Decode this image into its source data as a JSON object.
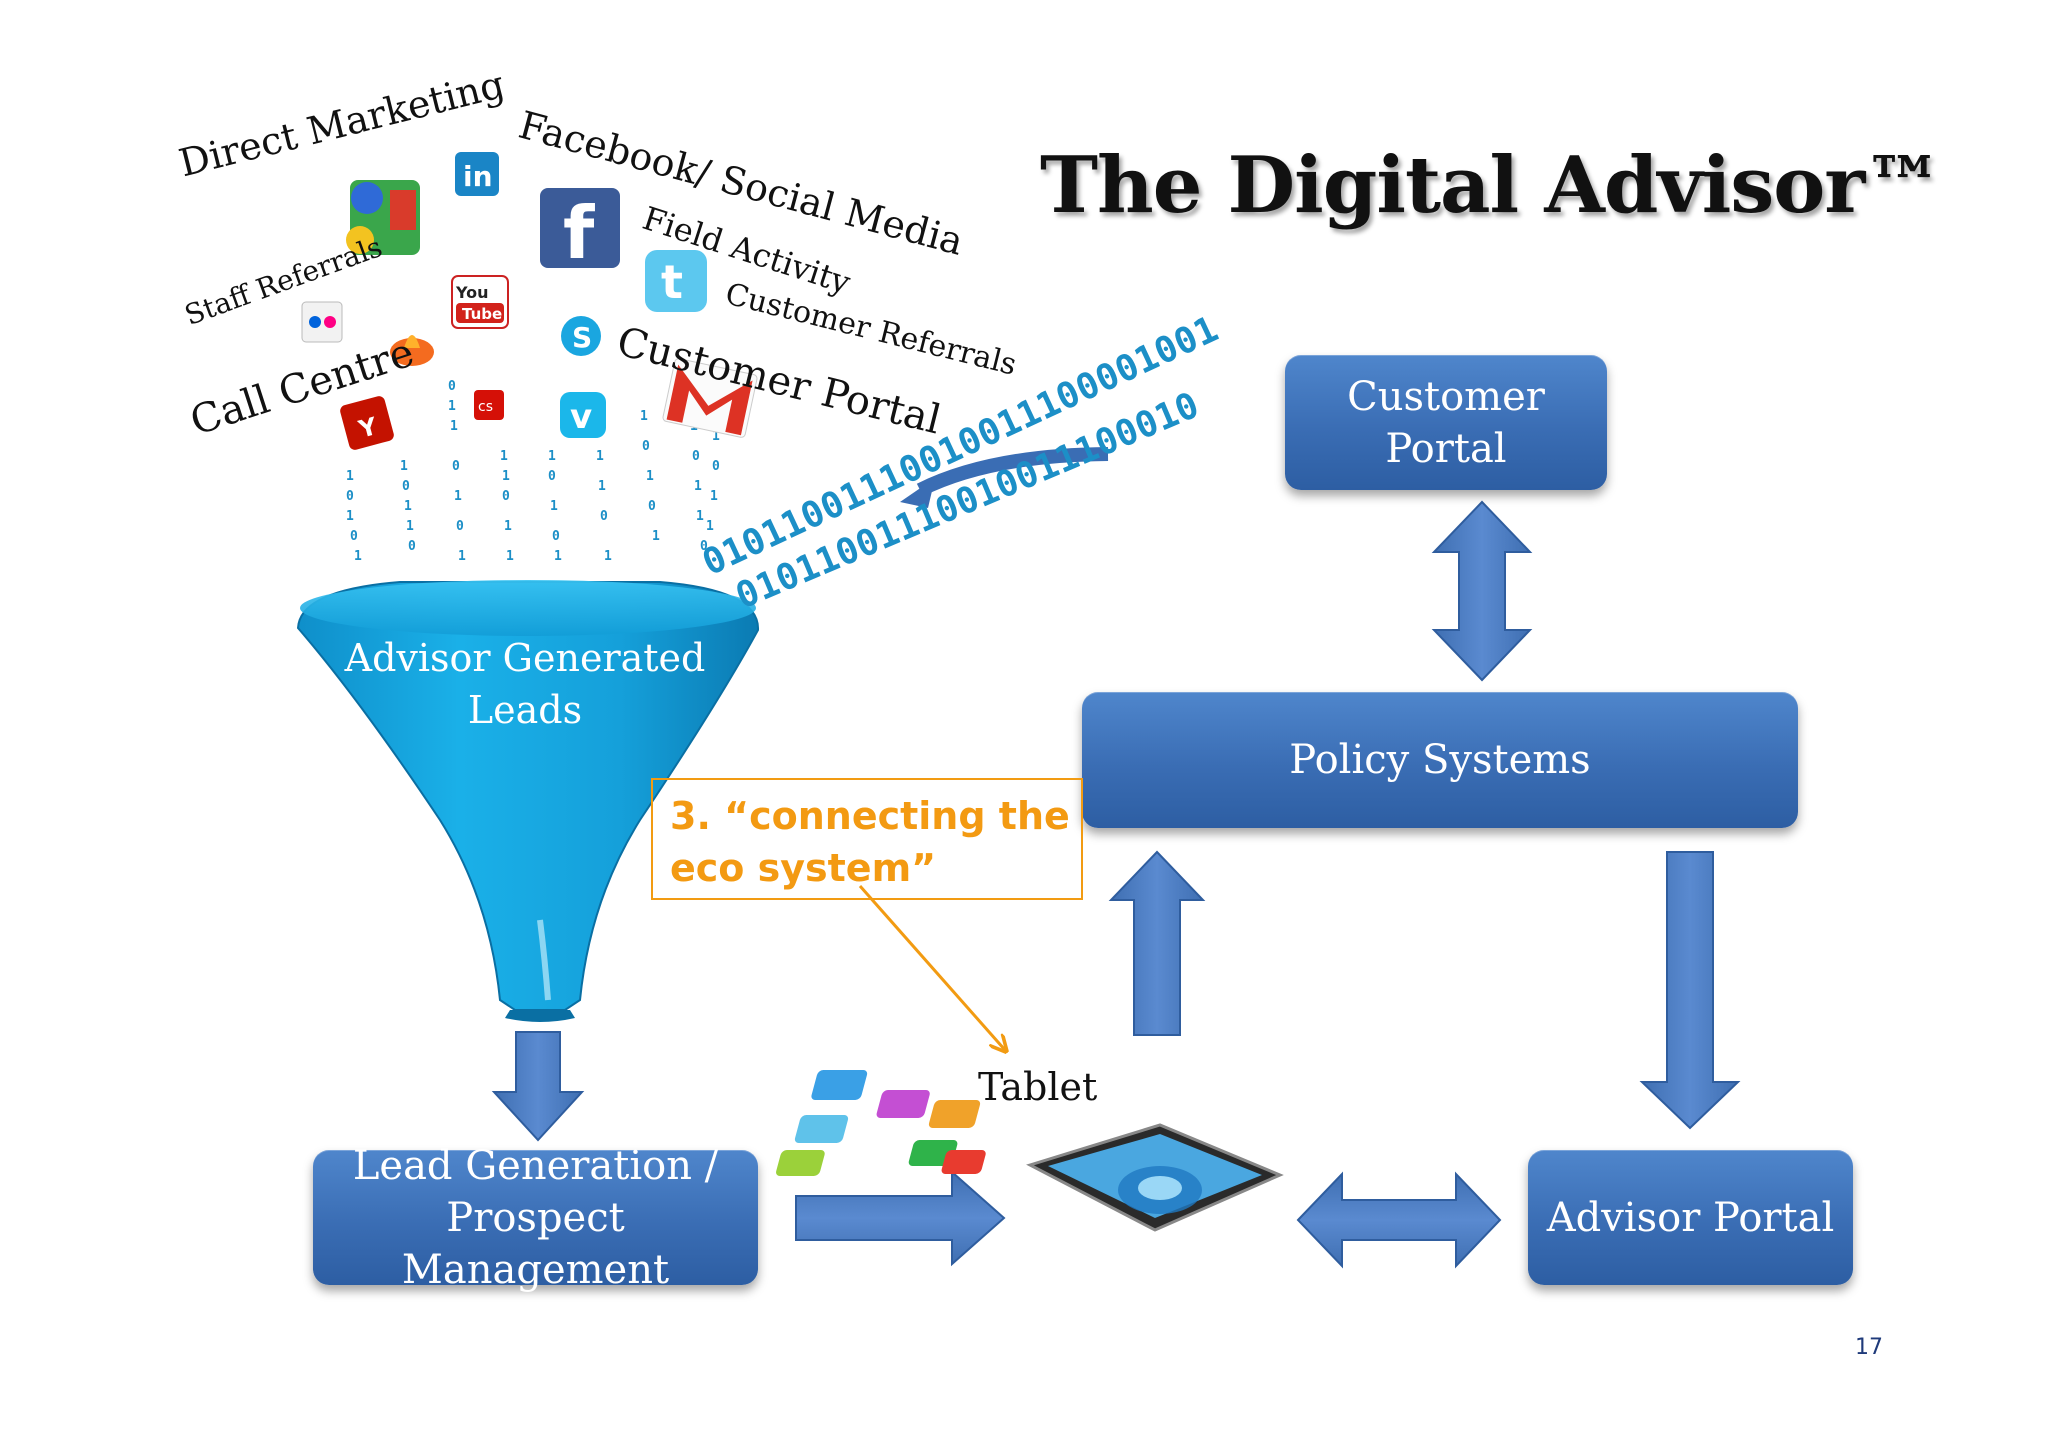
{
  "title": "The Digital Advisor™",
  "sources": {
    "direct_marketing": "Direct Marketing",
    "facebook_social": "Facebook/ Social Media",
    "field_activity": "Field Activity",
    "staff_referrals": "Staff Referrals",
    "customer_referrals": "Customer Referrals",
    "customer_portal_label": "Customer Portal",
    "call_centre": "Call Centre"
  },
  "funnel": {
    "line1": "Advisor Generated",
    "line2": "Leads"
  },
  "boxes": {
    "customer_portal": {
      "line1": "Customer",
      "line2": "Portal"
    },
    "policy_systems": "Policy Systems",
    "lead_generation": {
      "line1": "Lead Generation /",
      "line2": "Prospect Management"
    },
    "advisor_portal": "Advisor Portal"
  },
  "callout": {
    "line1": "3. “connecting the",
    "line2": "eco system”"
  },
  "tablet_label": "Tablet",
  "binary": {
    "stream1": "01011001110010011100001001",
    "stream2": "01011001110010011100010"
  },
  "page_number": "17",
  "colors": {
    "box_blue": "#3a6db4",
    "arrow_blue": "#4a78b8",
    "funnel_blue": "#17a3dd",
    "callout_orange": "#f29b12",
    "binary_blue": "#1c8fc7"
  },
  "icons": [
    "linkedin-icon",
    "google-icon",
    "facebook-icon",
    "twitter-icon",
    "youtube-icon",
    "flickr-icon",
    "skype-icon",
    "feedburner-icon",
    "yelp-icon",
    "lastfm-icon",
    "vimeo-icon",
    "gmail-icon",
    "tablet-apps-icon"
  ]
}
